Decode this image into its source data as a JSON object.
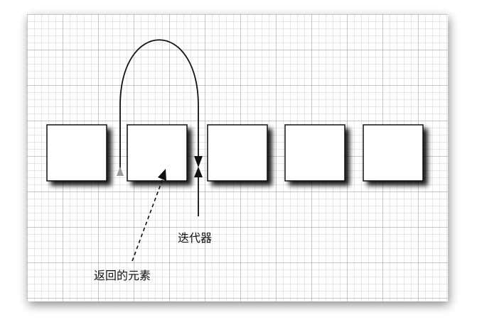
{
  "labels": {
    "iterator": "迭代器",
    "returned_element": "返回的元素"
  },
  "elements": {
    "count": 5
  },
  "colors": {
    "grid_minor": "#c4c4c4",
    "grid_major": "#909090",
    "box_fill": "#ffffff",
    "box_stroke": "#111111",
    "box_shadow": "#1a1a1a",
    "arrow": "#111111",
    "marker_gray": "#9a9a9a"
  }
}
